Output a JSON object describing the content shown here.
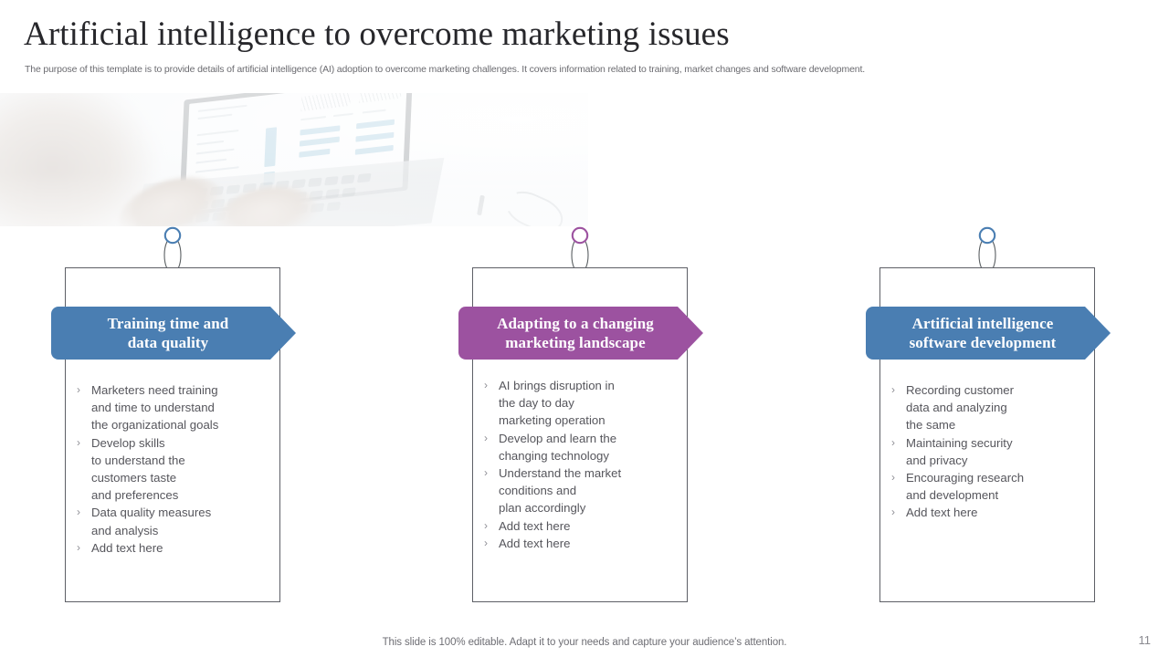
{
  "header": {
    "title": "Artificial intelligence to overcome marketing issues",
    "subtitle": "The purpose of this template is to provide details of artificial intelligence (AI) adoption to overcome marketing challenges. It covers information related to training, market changes and software development."
  },
  "hero": {
    "alt": "photo of hands typing on a laptop showing an analytics dashboard"
  },
  "colors": {
    "blue": "#4a7eb2",
    "purple": "#9c52a0",
    "card_border": "#5d5f66",
    "bullet_text": "#56565c",
    "title": "#27272b"
  },
  "columns": [
    {
      "id": "training-time-and-data-quality",
      "accent": "#4a7eb2",
      "banner": "Training time and\ndata quality",
      "marker_icon": "person-pin-icon",
      "bullet_mark": "›",
      "bullets": [
        "Marketers need training\nand time to understand\nthe organizational goals",
        "Develop skills\nto understand the\ncustomers taste\nand preferences",
        "Data quality measures\nand analysis",
        "Add text here"
      ]
    },
    {
      "id": "adapting-to-a-changing-marketing-landscape",
      "accent": "#9c52a0",
      "banner": "Adapting to a changing\nmarketing landscape",
      "marker_icon": "person-pin-icon",
      "bullet_mark": "›",
      "bullets": [
        "AI brings disruption in\nthe day to day\nmarketing operation",
        "Develop and learn the\nchanging technology",
        "Understand the market\nconditions and\nplan accordingly",
        "Add text here",
        "Add text here"
      ]
    },
    {
      "id": "artificial-intelligence-software-development",
      "accent": "#4a7eb2",
      "banner": "Artificial intelligence\nsoftware development",
      "marker_icon": "person-pin-icon",
      "bullet_mark": "›",
      "bullets": [
        "Recording customer\ndata and analyzing\nthe same",
        "Maintaining security\nand privacy",
        "Encouraging research\nand development",
        "Add text here"
      ]
    }
  ],
  "footer": {
    "note": "This slide is 100% editable. Adapt it to your needs and capture your audience’s attention.",
    "page_number": "11"
  }
}
